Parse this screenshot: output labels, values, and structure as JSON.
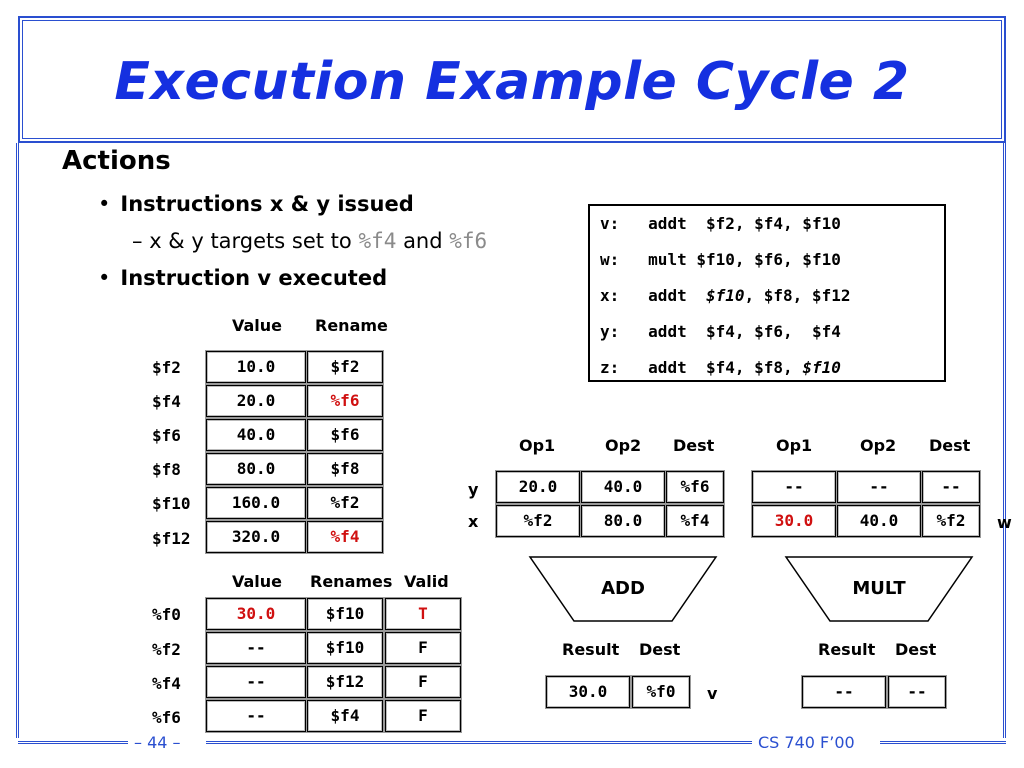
{
  "title": "Execution Example Cycle 2",
  "actions": {
    "heading": "Actions",
    "bullet1": "Instructions x & y issued",
    "sub1_pre": "x & y targets set to ",
    "sub1_reg1": "%f4",
    "sub1_mid": " and ",
    "sub1_reg2": "%f6",
    "bullet2": "Instruction v executed"
  },
  "code": [
    {
      "label": "v:",
      "op": "addt",
      "args": " $f2, $f4, $f10"
    },
    {
      "label": "w:",
      "op": "mult",
      "args": "$f10, $f6, $f10"
    },
    {
      "label": "x:",
      "op": "addt",
      "args_italic": "$f10",
      "args_rest": ", $f8, $f12"
    },
    {
      "label": "y:",
      "op": "addt",
      "args": " $f4, $f6,  $f4"
    },
    {
      "label": "z:",
      "op": "addt",
      "args_pre": " $f4, $f8, ",
      "args_italic": "$f10"
    }
  ],
  "rename_table": {
    "headers": [
      "Value",
      "Rename"
    ],
    "rows": [
      {
        "reg": "$f2",
        "value": "10.0",
        "rename": "$f2"
      },
      {
        "reg": "$f4",
        "value": "20.0",
        "rename": "%f6",
        "rename_color": "#d01010"
      },
      {
        "reg": "$f6",
        "value": "40.0",
        "rename": "$f6"
      },
      {
        "reg": "$f8",
        "value": "80.0",
        "rename": "$f8"
      },
      {
        "reg": "$f10",
        "value": "160.0",
        "rename": "%f2"
      },
      {
        "reg": "$f12",
        "value": "320.0",
        "rename": "%f4",
        "rename_color": "#d01010"
      }
    ]
  },
  "phys_table": {
    "headers": [
      "Value",
      "Renames",
      "Valid"
    ],
    "rows": [
      {
        "reg": "%f0",
        "value": "30.0",
        "renames": "$f10",
        "valid": "T",
        "value_color": "#d01010",
        "valid_color": "#d01010"
      },
      {
        "reg": "%f2",
        "value": "--",
        "renames": "$f10",
        "valid": "F"
      },
      {
        "reg": "%f4",
        "value": "--",
        "renames": "$f12",
        "valid": "F"
      },
      {
        "reg": "%f6",
        "value": "--",
        "renames": "$f4",
        "valid": "F"
      }
    ]
  },
  "add_unit": {
    "headers": [
      "Op1",
      "Op2",
      "Dest"
    ],
    "rows": [
      {
        "label": "y",
        "op1": "20.0",
        "op2": "40.0",
        "dest": "%f6"
      },
      {
        "label": "x",
        "op1": "%f2",
        "op2": "80.0",
        "dest": "%f4"
      }
    ],
    "name": "ADD",
    "result_headers": [
      "Result",
      "Dest"
    ],
    "result": "30.0",
    "result_dest": "%f0",
    "result_label": "v"
  },
  "mult_unit": {
    "headers": [
      "Op1",
      "Op2",
      "Dest"
    ],
    "rows": [
      {
        "op1": "--",
        "op2": "--",
        "dest": "--"
      },
      {
        "op1": "30.0",
        "op2": "40.0",
        "dest": "%f2",
        "op1_color": "#d01010"
      }
    ],
    "side_label": "w",
    "name": "MULT",
    "result_headers": [
      "Result",
      "Dest"
    ],
    "result": "--",
    "result_dest": "--"
  },
  "footer": {
    "page": "– 44 –",
    "course": "CS 740 F’00"
  },
  "colors": {
    "accent": "#2a4fd0",
    "title": "#1530e0",
    "highlight": "#d01010",
    "gray_reg": "#8a8a8a"
  }
}
